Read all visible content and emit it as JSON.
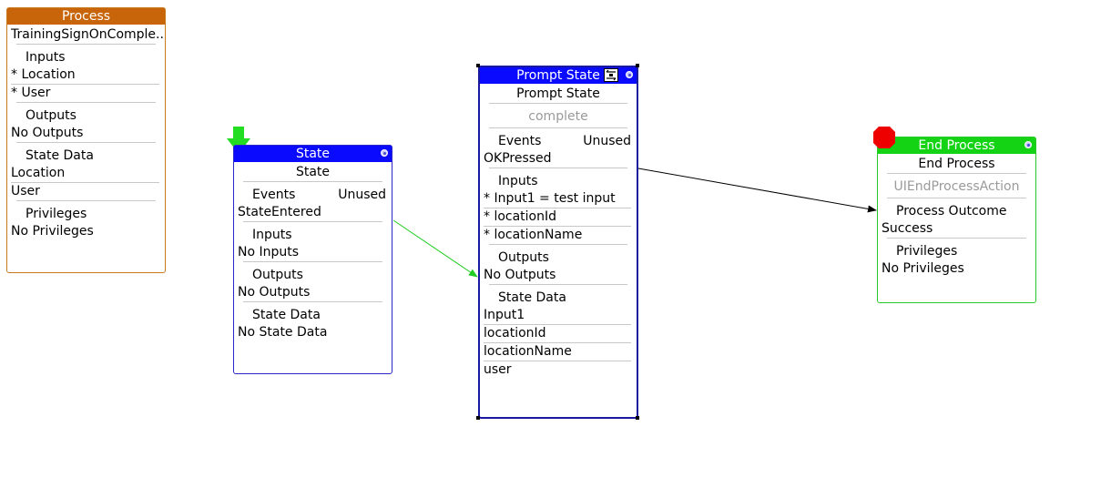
{
  "process_node": {
    "title": "Process",
    "name": "TrainingSignOnComple...",
    "inputs_label": "Inputs",
    "inputs": [
      "* Location",
      "* User"
    ],
    "outputs_label": "Outputs",
    "outputs": [
      "No Outputs"
    ],
    "state_data_label": "State Data",
    "state_data": [
      "Location",
      "User"
    ],
    "privileges_label": "Privileges",
    "privileges": [
      "No Privileges"
    ]
  },
  "state_node": {
    "title": "State",
    "name": "State",
    "events_label": "Events",
    "events_unused": "Unused",
    "events": [
      "StateEntered"
    ],
    "inputs_label": "Inputs",
    "inputs": [
      "No Inputs"
    ],
    "outputs_label": "Outputs",
    "outputs": [
      "No Outputs"
    ],
    "state_data_label": "State Data",
    "state_data": [
      "No State Data"
    ]
  },
  "prompt_node": {
    "title": "Prompt State",
    "name": "Prompt State",
    "action": "complete",
    "events_label": "Events",
    "events_unused": "Unused",
    "events": [
      "OKPressed"
    ],
    "inputs_label": "Inputs",
    "inputs": [
      "* Input1 = test input",
      "* locationId",
      "* locationName"
    ],
    "outputs_label": "Outputs",
    "outputs": [
      "No Outputs"
    ],
    "state_data_label": "State Data",
    "state_data": [
      "Input1",
      "locationId",
      "locationName",
      "user"
    ]
  },
  "end_node": {
    "title": "End Process",
    "name": "End Process",
    "action": "UIEndProcessAction",
    "outcome_label": "Process Outcome",
    "outcome": "Success",
    "privileges_label": "Privileges",
    "privileges": [
      "No Privileges"
    ]
  },
  "colors": {
    "process_header": "#c8640a",
    "state_header": "#0a0aff",
    "end_header": "#14d214",
    "event_link": "#22cc22",
    "process_link": "#000000"
  }
}
